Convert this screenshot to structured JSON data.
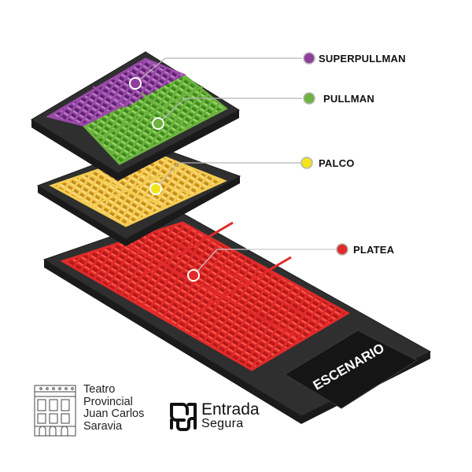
{
  "sections": [
    {
      "id": "superpullman",
      "label": "SUPERPULLMAN",
      "color": "#8e3f9c"
    },
    {
      "id": "pullman",
      "label": "PULLMAN",
      "color": "#6db33f"
    },
    {
      "id": "palco",
      "label": "PALCO",
      "color": "#f2c53d"
    },
    {
      "id": "platea",
      "label": "PLATEA",
      "color": "#e12a2a"
    }
  ],
  "stage_label": "ESCENARIO",
  "theatre": {
    "line1": "Teatro",
    "line2": "Provincial",
    "line3": "Juan Carlos",
    "line4": "Saravia"
  },
  "brand": {
    "line1": "Entrada",
    "line2": "Segura"
  },
  "colors": {
    "platform": "#2d2d2d",
    "platform_edge": "#1a1a1a",
    "stage": "#161616",
    "leader": "#b5b5b5"
  }
}
